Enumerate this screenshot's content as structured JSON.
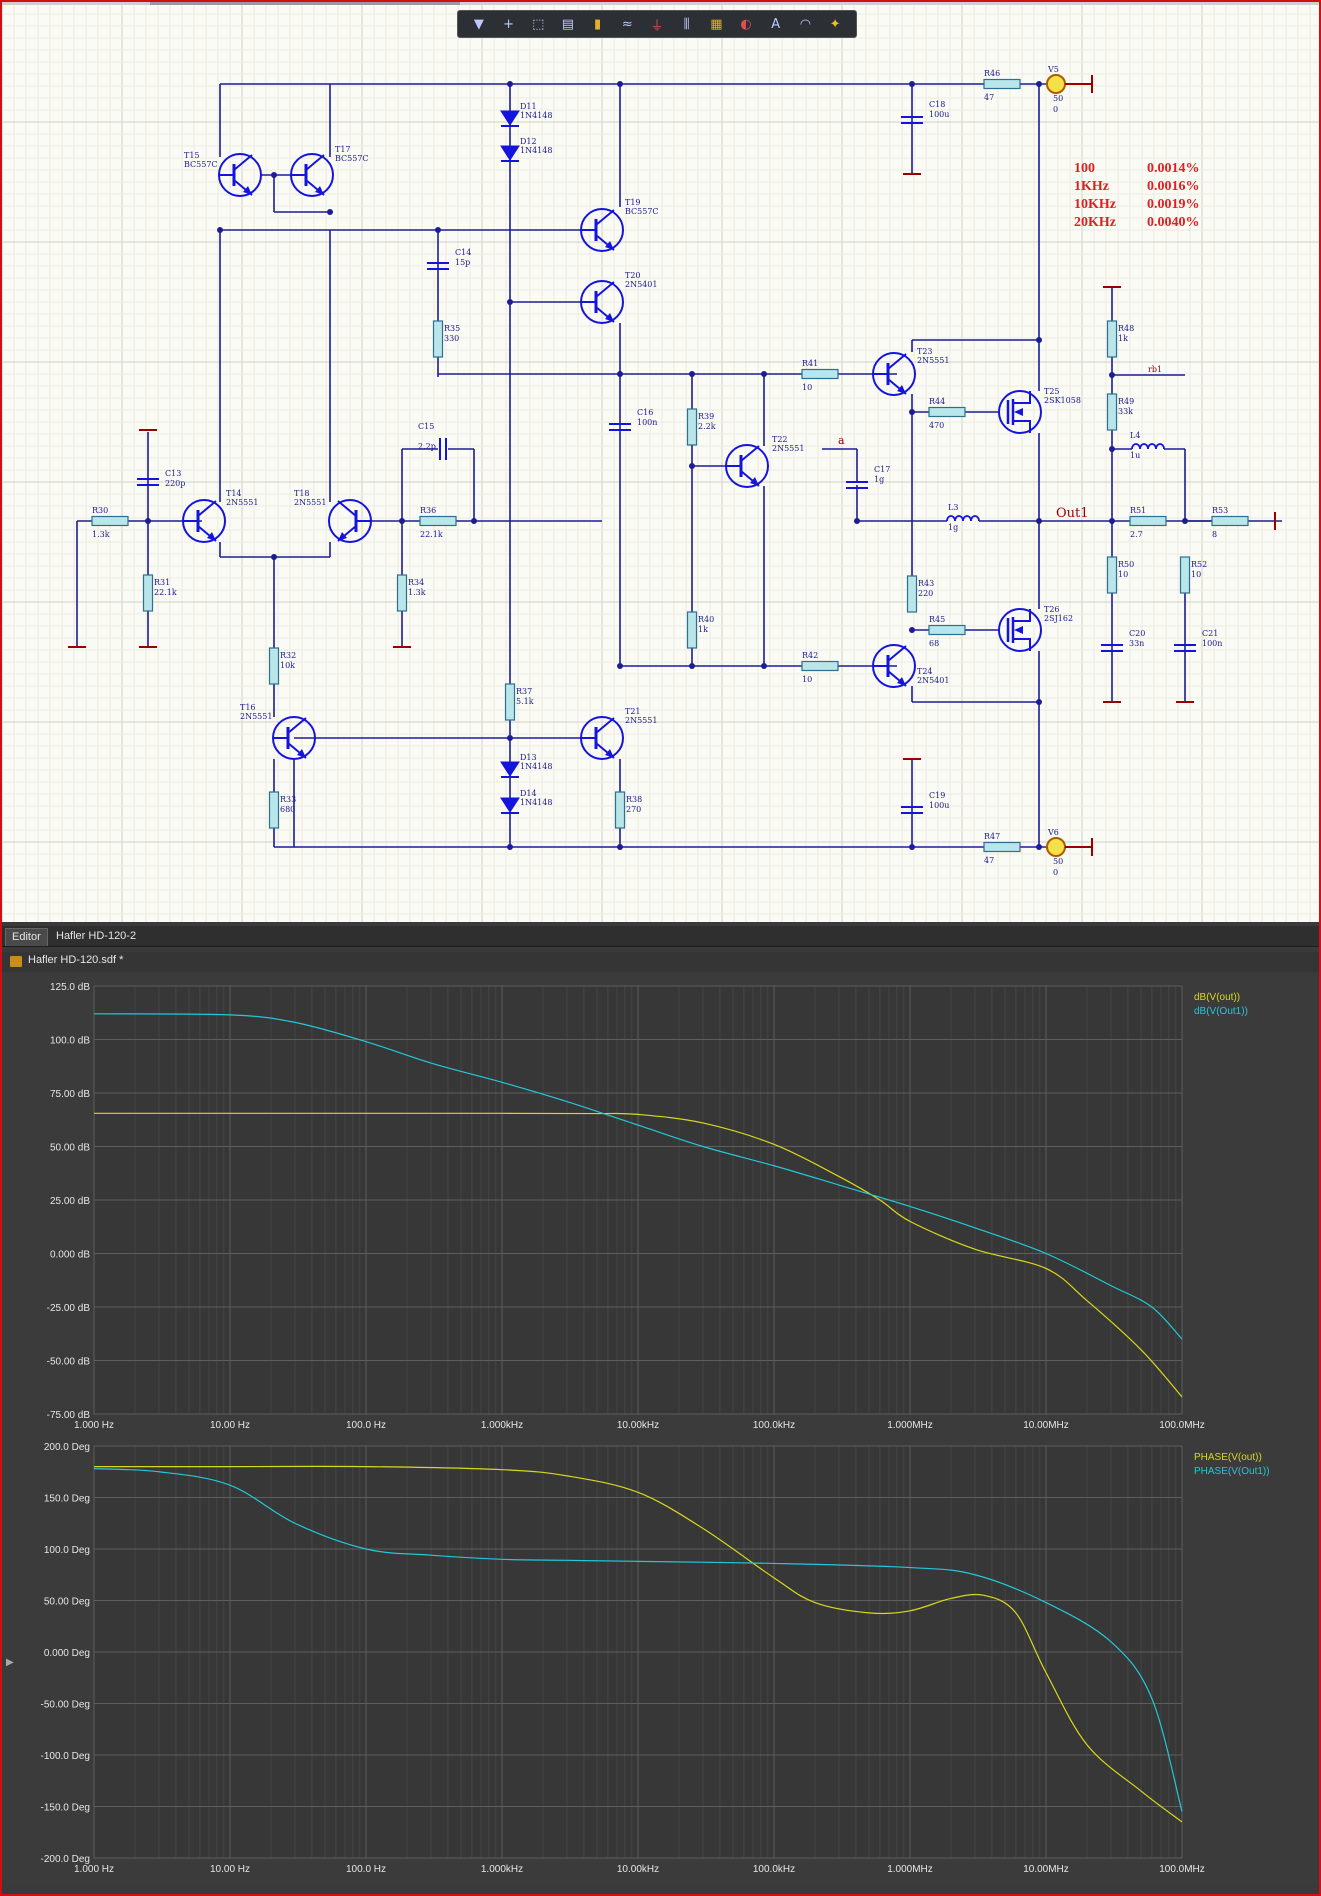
{
  "tabs": [
    "Editor",
    "Hafler HD-120-2"
  ],
  "document_title": "Hafler HD-120.sdf *",
  "toolbar": {
    "icons": [
      "filter-icon",
      "place-wire-icon",
      "select-rect-icon",
      "bus-icon",
      "component-icon",
      "sine-source-icon",
      "ground-icon",
      "net-label-icon",
      "chip-icon",
      "probe-icon",
      "text-tool-icon",
      "arc-tool-icon",
      "power-port-icon"
    ],
    "text_glyph": "A"
  },
  "schematic": {
    "results": {
      "rows": [
        {
          "freq": "100",
          "thd": "0.0014%"
        },
        {
          "freq": "1KHz",
          "thd": "0.0016%"
        },
        {
          "freq": "10KHz",
          "thd": "0.0019%"
        },
        {
          "freq": "20KHz",
          "thd": "0.0040%"
        }
      ]
    },
    "nets": {
      "out1": "Out1",
      "a": "a",
      "rb1": "rb1"
    },
    "parts": [
      [
        "R30",
        "1.3k"
      ],
      [
        "R31",
        "22.1k"
      ],
      [
        "C13",
        "220p"
      ],
      [
        "T14",
        "2N5551"
      ],
      [
        "T18",
        "2N5551"
      ],
      [
        "T15",
        "BC557C"
      ],
      [
        "T17",
        "BC557C"
      ],
      [
        "R32",
        "10k"
      ],
      [
        "T16",
        "2N5551"
      ],
      [
        "R33",
        "680"
      ],
      [
        "C15",
        "2.2p"
      ],
      [
        "R36",
        "22.1k"
      ],
      [
        "R34",
        "1.3k"
      ],
      [
        "C14",
        "15p"
      ],
      [
        "R35",
        "330"
      ],
      [
        "D11",
        "1N4148"
      ],
      [
        "D12",
        "1N4148"
      ],
      [
        "D13",
        "1N4148"
      ],
      [
        "D14",
        "1N4148"
      ],
      [
        "R37",
        "5.1k"
      ],
      [
        "T19",
        "BC557C"
      ],
      [
        "T20",
        "2N5401"
      ],
      [
        "T21",
        "2N5551"
      ],
      [
        "C16",
        "100n"
      ],
      [
        "R38",
        "270"
      ],
      [
        "R39",
        "2.2k"
      ],
      [
        "R40",
        "1k"
      ],
      [
        "T22",
        "2N5551"
      ],
      [
        "C17",
        "1g"
      ],
      [
        "R41",
        "10"
      ],
      [
        "R42",
        "10"
      ],
      [
        "T23",
        "2N5551"
      ],
      [
        "T24",
        "2N5401"
      ],
      [
        "R43",
        "220"
      ],
      [
        "R44",
        "470"
      ],
      [
        "R45",
        "68"
      ],
      [
        "T25",
        "2SK1058"
      ],
      [
        "T26",
        "2SJ162"
      ],
      [
        "L3",
        "1g"
      ],
      [
        "R46",
        "47"
      ],
      [
        "R47",
        "47"
      ],
      [
        "C18",
        "100u"
      ],
      [
        "C19",
        "100u"
      ],
      [
        "V5",
        "50"
      ],
      [
        "V6",
        "50"
      ],
      [
        "R48",
        "1k"
      ],
      [
        "R49",
        "33k"
      ],
      [
        "L4",
        "1u"
      ],
      [
        "R50",
        "10"
      ],
      [
        "C20",
        "33n"
      ],
      [
        "R51",
        "2.7"
      ],
      [
        "R52",
        "10"
      ],
      [
        "C21",
        "100n"
      ],
      [
        "R53",
        "8"
      ]
    ],
    "source_phase": "0"
  },
  "graph_mag": {
    "legend": [
      "dB(V(out))",
      "dB(V(Out1))"
    ],
    "yticks": [
      "125.0 dB",
      "100.0 dB",
      "75.00 dB",
      "50.00 dB",
      "25.00 dB",
      "0.000 dB",
      "-25.00 dB",
      "-50.00 dB",
      "-75.00 dB"
    ],
    "xticks": [
      "1.000 Hz",
      "10.00 Hz",
      "100.0 Hz",
      "1.000kHz",
      "10.00kHz",
      "100.0kHz",
      "1.000MHz",
      "10.00MHz",
      "100.0MHz"
    ]
  },
  "graph_phase": {
    "legend": [
      "PHASE(V(out))",
      "PHASE(V(Out1))"
    ],
    "yticks": [
      "200.0 Deg",
      "150.0 Deg",
      "100.0 Deg",
      "50.00 Deg",
      "0.000 Deg",
      "-50.00 Deg",
      "-100.0 Deg",
      "-150.0 Deg",
      "-200.0 Deg"
    ],
    "xticks": [
      "1.000 Hz",
      "10.00 Hz",
      "100.0 Hz",
      "1.000kHz",
      "10.00kHz",
      "100.0kHz",
      "1.000MHz",
      "10.00MHz",
      "100.0MHz"
    ]
  },
  "chart_data": [
    {
      "type": "line",
      "xscale": "log",
      "xlim": [
        1,
        100000000
      ],
      "ylim": [
        -75,
        125
      ],
      "grid": true,
      "legend_position": "top-right",
      "series": [
        {
          "name": "dB(V(out))",
          "color": "#d8d81a",
          "x": [
            1,
            10,
            100,
            1000,
            5000,
            10000,
            30000,
            100000,
            300000,
            600000,
            1000000,
            3000000,
            10000000,
            20000000,
            50000000,
            100000000
          ],
          "y": [
            65.5,
            65.5,
            65.5,
            65.5,
            65.4,
            65,
            61,
            51,
            36,
            25,
            15,
            2,
            -7,
            -22,
            -45,
            -67
          ]
        },
        {
          "name": "dB(V(Out1))",
          "color": "#22c8d8",
          "x": [
            1,
            10,
            30,
            100,
            300,
            1000,
            3000,
            10000,
            30000,
            100000,
            300000,
            1000000,
            3000000,
            10000000,
            30000000,
            60000000,
            100000000
          ],
          "y": [
            112,
            111.5,
            108,
            99,
            89,
            80,
            71,
            60,
            50,
            41,
            32,
            22,
            12,
            0,
            -15,
            -25,
            -40
          ]
        }
      ]
    },
    {
      "type": "line",
      "xscale": "log",
      "xlim": [
        1,
        100000000
      ],
      "ylim": [
        -200,
        200
      ],
      "grid": true,
      "legend_position": "top-right",
      "series": [
        {
          "name": "PHASE(V(out))",
          "color": "#d8d81a",
          "x": [
            1,
            10,
            100,
            1000,
            3000,
            10000,
            30000,
            100000,
            200000,
            500000,
            1000000,
            2000000,
            3500000,
            6000000,
            10000000,
            20000000,
            50000000,
            100000000
          ],
          "y": [
            180,
            180,
            180,
            177,
            171,
            155,
            120,
            72,
            48,
            38,
            40,
            52,
            55,
            38,
            -20,
            -90,
            -135,
            -165
          ]
        },
        {
          "name": "PHASE(V(Out1))",
          "color": "#22c8d8",
          "x": [
            1,
            3,
            10,
            30,
            100,
            300,
            1000,
            3000,
            10000,
            100000,
            1000000,
            3000000,
            10000000,
            30000000,
            60000000,
            100000000
          ],
          "y": [
            178,
            175,
            162,
            125,
            100,
            94,
            90,
            89,
            88,
            86,
            82,
            75,
            48,
            10,
            -45,
            -155
          ]
        }
      ]
    }
  ]
}
